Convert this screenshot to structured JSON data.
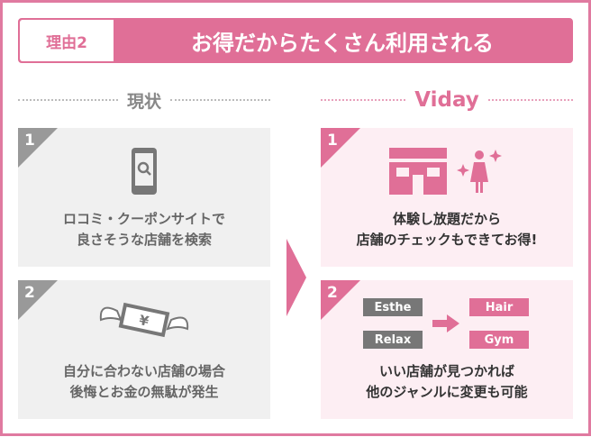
{
  "header": {
    "tag": "理由2",
    "title": "お得だからたくさん利用される"
  },
  "sections": {
    "current": "現状",
    "viday": "Viday"
  },
  "current": [
    {
      "num": "1",
      "icon": "smartphone-search-icon",
      "lines": [
        "ロコミ・クーポンサイトで",
        "良さそうな店舗を検索"
      ]
    },
    {
      "num": "2",
      "icon": "flying-money-icon",
      "money": "¥",
      "lines": [
        "自分に合わない店舗の場合",
        "後悔とお金の無駄が発生"
      ]
    }
  ],
  "viday": [
    {
      "num": "1",
      "icon": "store-woman-sparkle-icon",
      "lines": [
        "体験し放題だから",
        "店舗のチェックもできてお得!"
      ]
    },
    {
      "num": "2",
      "from": [
        "Esthe",
        "Relax"
      ],
      "to": [
        "Hair",
        "Gym"
      ],
      "lines": [
        "いい店舗が見つかれば",
        "他のジャンルに変更も可能"
      ]
    }
  ],
  "colors": {
    "accent": "#e06f97",
    "grey": "#777777"
  }
}
